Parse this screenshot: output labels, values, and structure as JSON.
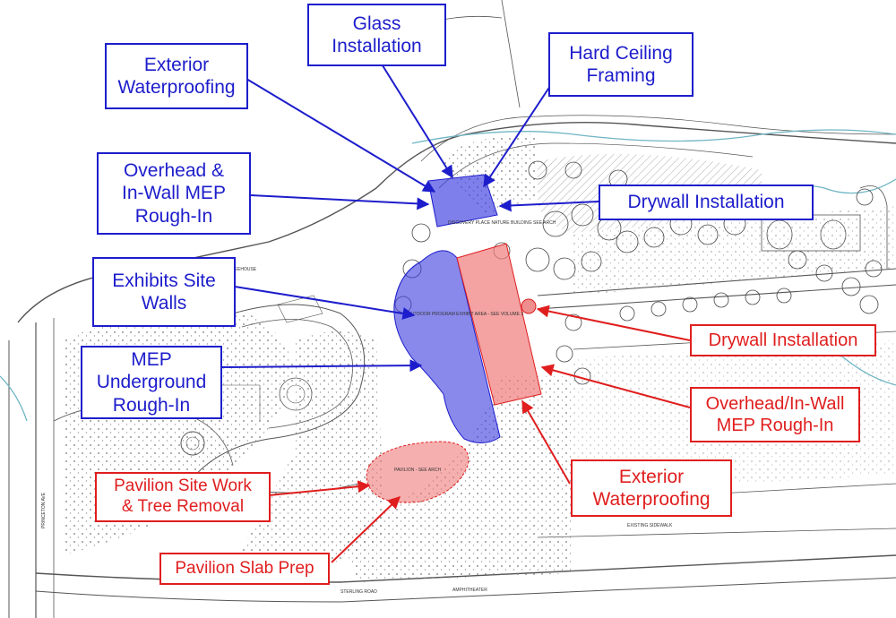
{
  "colors": {
    "blue": "#1d1dcc",
    "red": "#e01e1e",
    "blue_fill": "#3b3be0",
    "red_fill": "#f07a7a",
    "river": "#6fb5c4",
    "linework": "#555555"
  },
  "callouts": {
    "blue": {
      "glass_installation": "Glass\nInstallation",
      "hard_ceiling_framing": "Hard Ceiling\nFraming",
      "exterior_waterproofing": "Exterior\nWaterproofing",
      "overhead_in_wall_mep": "Overhead &\nIn-Wall MEP\nRough-In",
      "drywall_installation": "Drywall Installation",
      "exhibits_site_walls": "Exhibits Site\nWalls",
      "mep_underground": "MEP\nUnderground\nRough-In"
    },
    "red": {
      "drywall_installation": "Drywall Installation",
      "overhead_in_wall_mep": "Overhead/In-Wall\nMEP  Rough-In",
      "exterior_waterproofing": "Exterior\nWaterproofing",
      "pavilion_site_work": "Pavilion Site Work\n& Tree Removal",
      "pavilion_slab_prep": "Pavilion Slab Prep"
    }
  },
  "plan_notes": {
    "street_left": "PRINCETON AVE",
    "street_bottom": "STERLING ROAD",
    "discovery_place": "DISCOVERY PLACE NATURE BUILDING SEE ARCH",
    "outdoor_program": "OUTDOOR PROGRAM EXHIBIT AREA - SEE VOLUME 3",
    "pavilion": "PAVILION - SEE ARCH",
    "drywall_note": "EXISTING SIDEWALK",
    "amphitheater": "AMPHITHEATER",
    "treehouse": "TREEHOUSE"
  }
}
